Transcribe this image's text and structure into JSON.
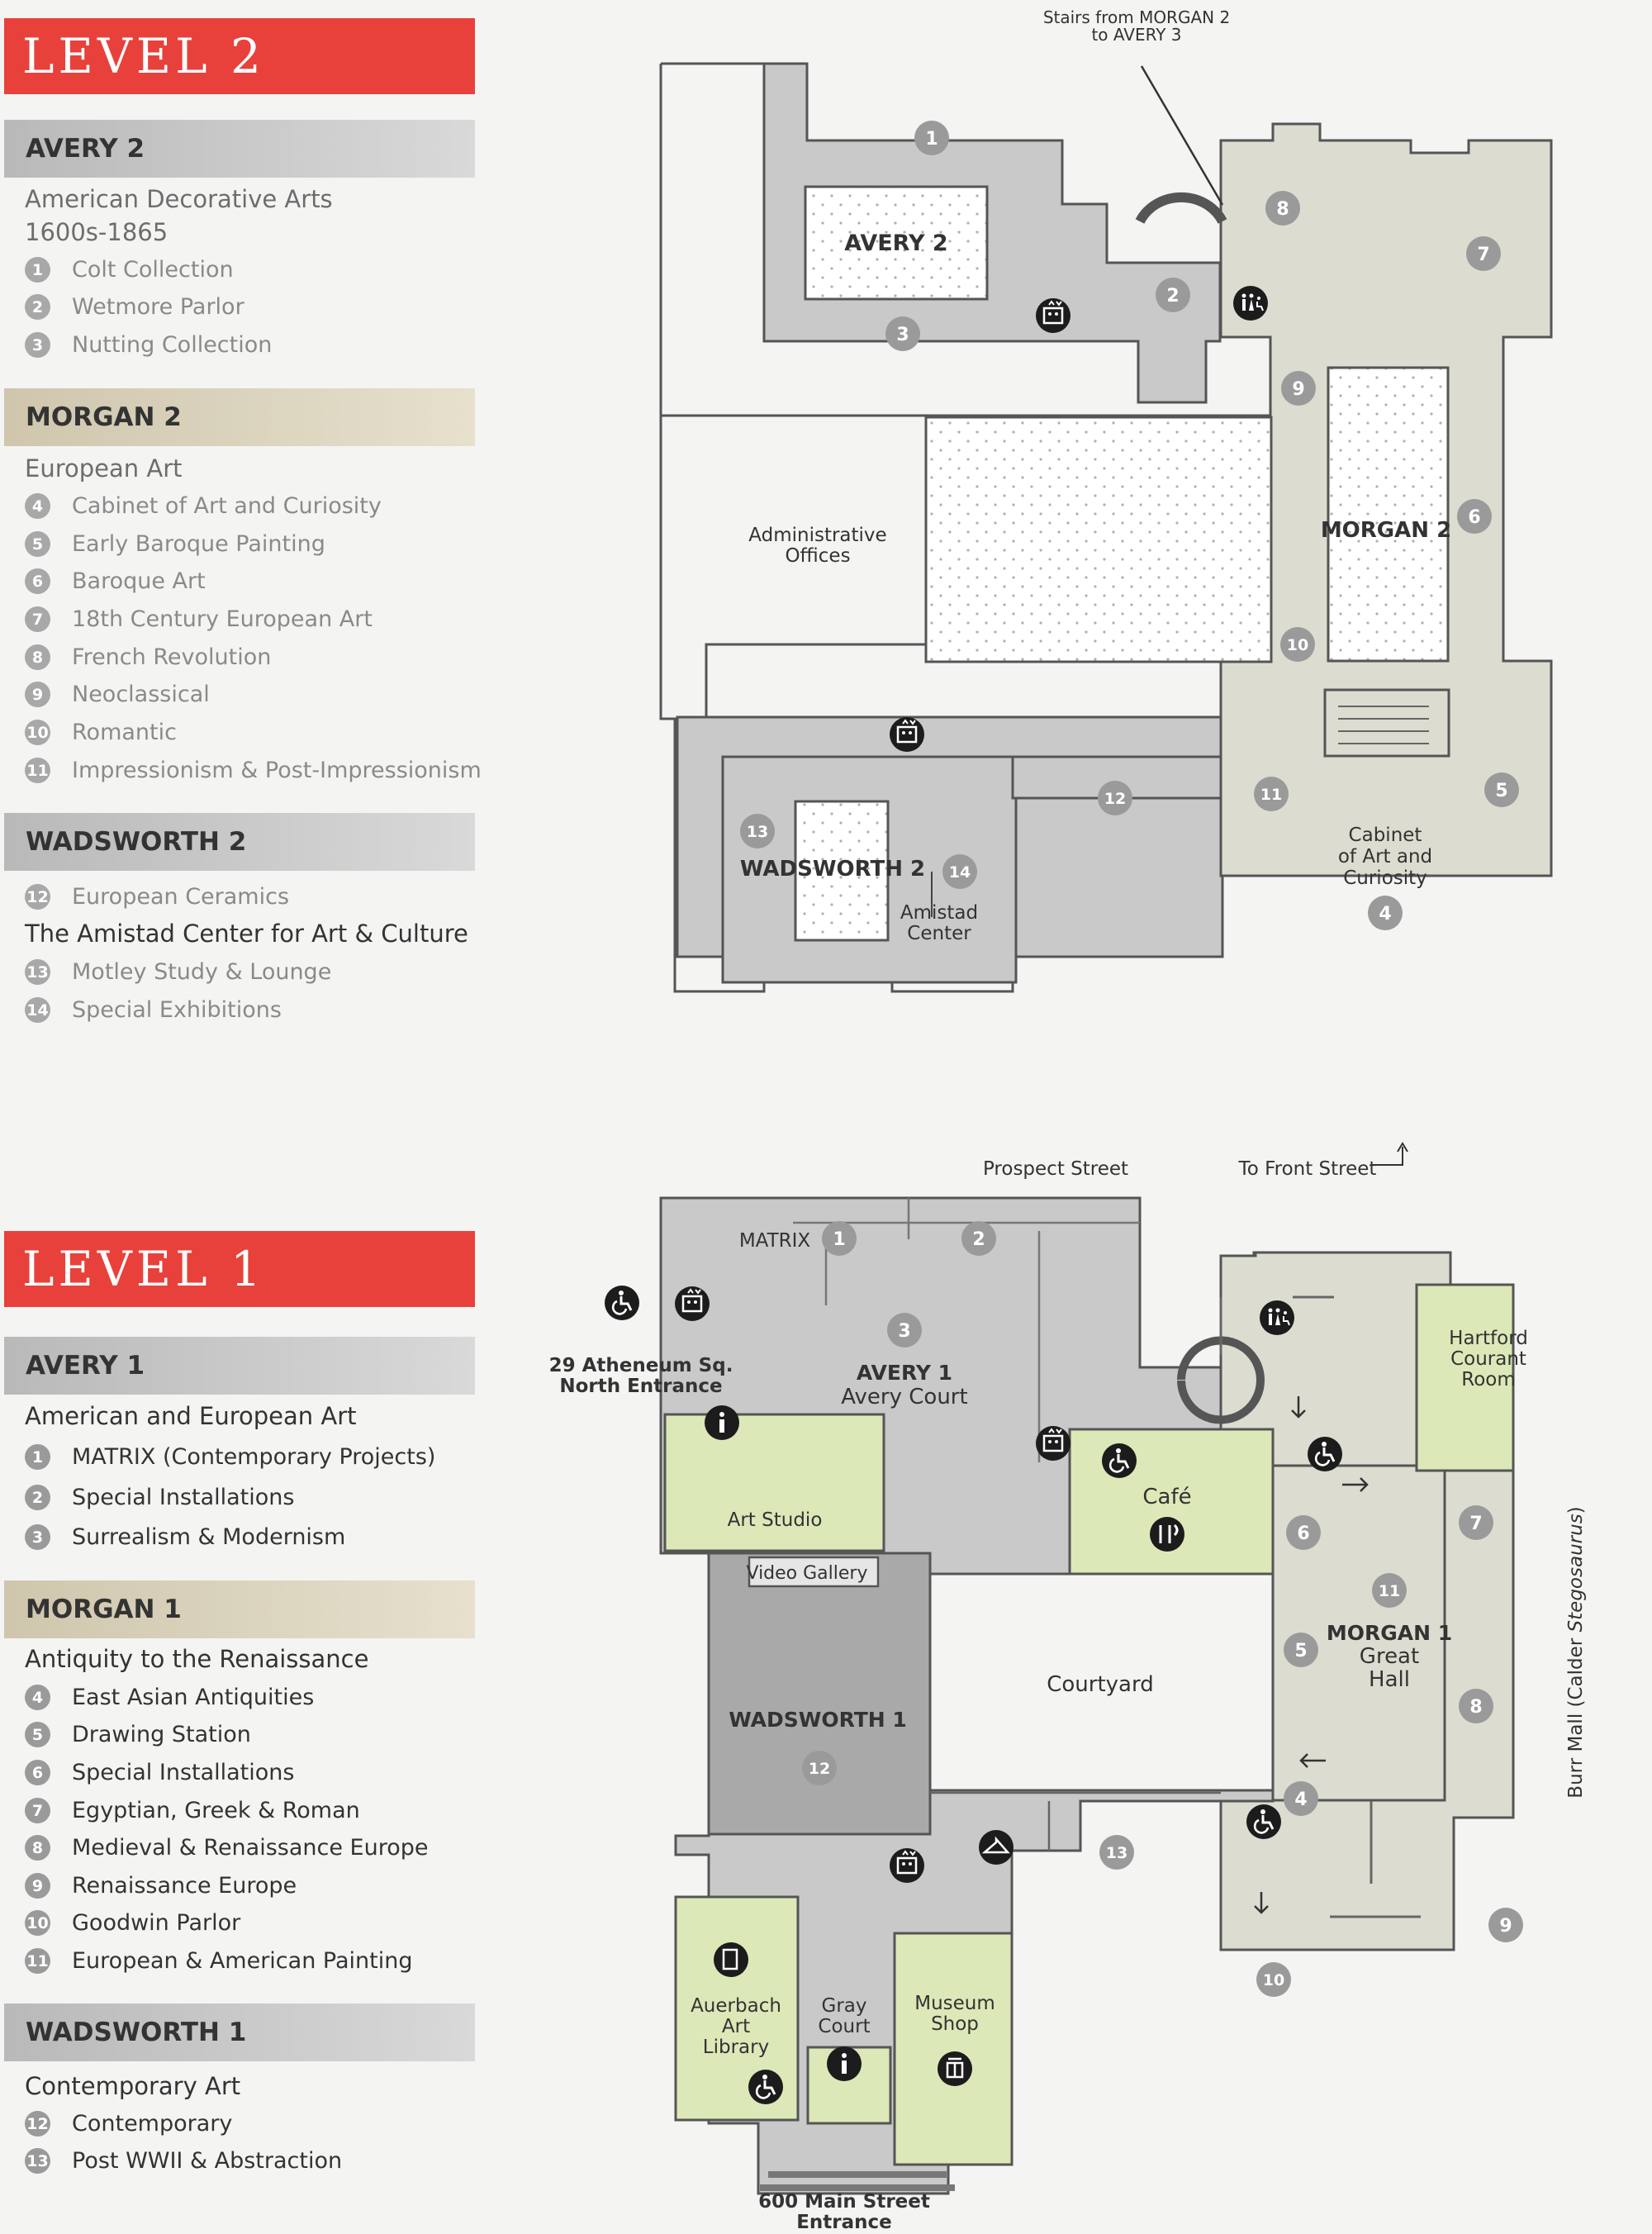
{
  "level2": {
    "banner": "LEVEL 2",
    "avery": {
      "header": "AVERY 2",
      "category_line1": "American Decorative Arts",
      "category_line2": "1600s-1865",
      "items": [
        {
          "n": "1",
          "label": "Colt Collection"
        },
        {
          "n": "2",
          "label": "Wetmore Parlor"
        },
        {
          "n": "3",
          "label": "Nutting Collection"
        }
      ]
    },
    "morgan": {
      "header": "MORGAN 2",
      "category": "European Art",
      "items": [
        {
          "n": "4",
          "label": "Cabinet of Art and Curiosity"
        },
        {
          "n": "5",
          "label": "Early Baroque Painting"
        },
        {
          "n": "6",
          "label": "Baroque Art"
        },
        {
          "n": "7",
          "label": "18th Century European Art"
        },
        {
          "n": "8",
          "label": "French Revolution"
        },
        {
          "n": "9",
          "label": "Neoclassical"
        },
        {
          "n": "10",
          "label": "Romantic"
        },
        {
          "n": "11",
          "label": "Impressionism & Post-Impressionism"
        }
      ]
    },
    "wadsworth": {
      "header": "WADSWORTH 2",
      "item12": {
        "n": "12",
        "label": "European Ceramics"
      },
      "category": "The Amistad Center for Art & Culture",
      "items": [
        {
          "n": "13",
          "label": "Motley Study & Lounge"
        },
        {
          "n": "14",
          "label": "Special Exhibitions"
        }
      ]
    },
    "map": {
      "stairs_note_1": "Stairs from MORGAN 2",
      "stairs_note_2": "to AVERY 3",
      "avery_label": "AVERY 2",
      "morgan_label": "MORGAN 2",
      "wadsworth_label": "WADSWORTH 2",
      "admin_1": "Administrative",
      "admin_2": "Offices",
      "amistad_1": "Amistad",
      "amistad_2": "Center",
      "cabinet_1": "Cabinet",
      "cabinet_2": "of Art and",
      "cabinet_3": "Curiosity",
      "n1": "1",
      "n2": "2",
      "n3": "3",
      "n4": "4",
      "n5": "5",
      "n6": "6",
      "n7": "7",
      "n8": "8",
      "n9": "9",
      "n10": "10",
      "n11": "11",
      "n12": "12",
      "n13": "13",
      "n14": "14"
    }
  },
  "level1": {
    "banner": "LEVEL 1",
    "avery": {
      "header": "AVERY 1",
      "category": "American and European Art",
      "items": [
        {
          "n": "1",
          "label": "MATRIX (Contemporary Projects)"
        },
        {
          "n": "2",
          "label": "Special Installations"
        },
        {
          "n": "3",
          "label": "Surrealism & Modernism"
        }
      ]
    },
    "morgan": {
      "header": "MORGAN 1",
      "category": "Antiquity to the Renaissance",
      "items": [
        {
          "n": "4",
          "label": "East Asian Antiquities"
        },
        {
          "n": "5",
          "label": "Drawing Station"
        },
        {
          "n": "6",
          "label": "Special Installations"
        },
        {
          "n": "7",
          "label": "Egyptian, Greek & Roman"
        },
        {
          "n": "8",
          "label": "Medieval & Renaissance Europe"
        },
        {
          "n": "9",
          "label": "Renaissance Europe"
        },
        {
          "n": "10",
          "label": "Goodwin Parlor"
        },
        {
          "n": "11",
          "label": "European & American Painting"
        }
      ]
    },
    "wadsworth": {
      "header": "WADSWORTH 1",
      "category": "Contemporary Art",
      "items": [
        {
          "n": "12",
          "label": "Contemporary"
        },
        {
          "n": "13",
          "label": "Post WWII & Abstraction"
        }
      ]
    },
    "map": {
      "prospect": "Prospect Street",
      "front": "To Front Street",
      "matrix": "MATRIX",
      "north_1": "29 Atheneum Sq.",
      "north_2": "North Entrance",
      "avery_1": "AVERY 1",
      "avery_2": "Avery Court",
      "art_studio": "Art Studio",
      "video_gallery": "Video Gallery",
      "cafe": "Café",
      "hartford_1": "Hartford",
      "hartford_2": "Courant",
      "hartford_3": "Room",
      "morgan_1": "MORGAN 1",
      "morgan_2": "Great",
      "morgan_3": "Hall",
      "courtyard": "Courtyard",
      "wadsworth": "WADSWORTH 1",
      "auerbach_1": "Auerbach",
      "auerbach_2": "Art",
      "auerbach_3": "Library",
      "gray_1": "Gray",
      "gray_2": "Court",
      "shop_1": "Museum",
      "shop_2": "Shop",
      "main_1": "600 Main Street",
      "main_2": "Entrance",
      "burr_1": "Burr Mall (Calder ",
      "burr_2": "Stegosaurus",
      "burr_3": ")",
      "n1": "1",
      "n2": "2",
      "n3": "3",
      "n4": "4",
      "n5": "5",
      "n6": "6",
      "n7": "7",
      "n8": "8",
      "n9": "9",
      "n10": "10",
      "n11": "11",
      "n12": "12",
      "n13": "13"
    }
  },
  "colors": {
    "banner_red": "#e8413b",
    "gallery_gray": "#c9c9c9",
    "morgan_tan": "#dddcd0",
    "amenity_green": "#dde8b8",
    "marker_gray": "#9a9a9a",
    "icon_black": "#1c1c1c"
  }
}
